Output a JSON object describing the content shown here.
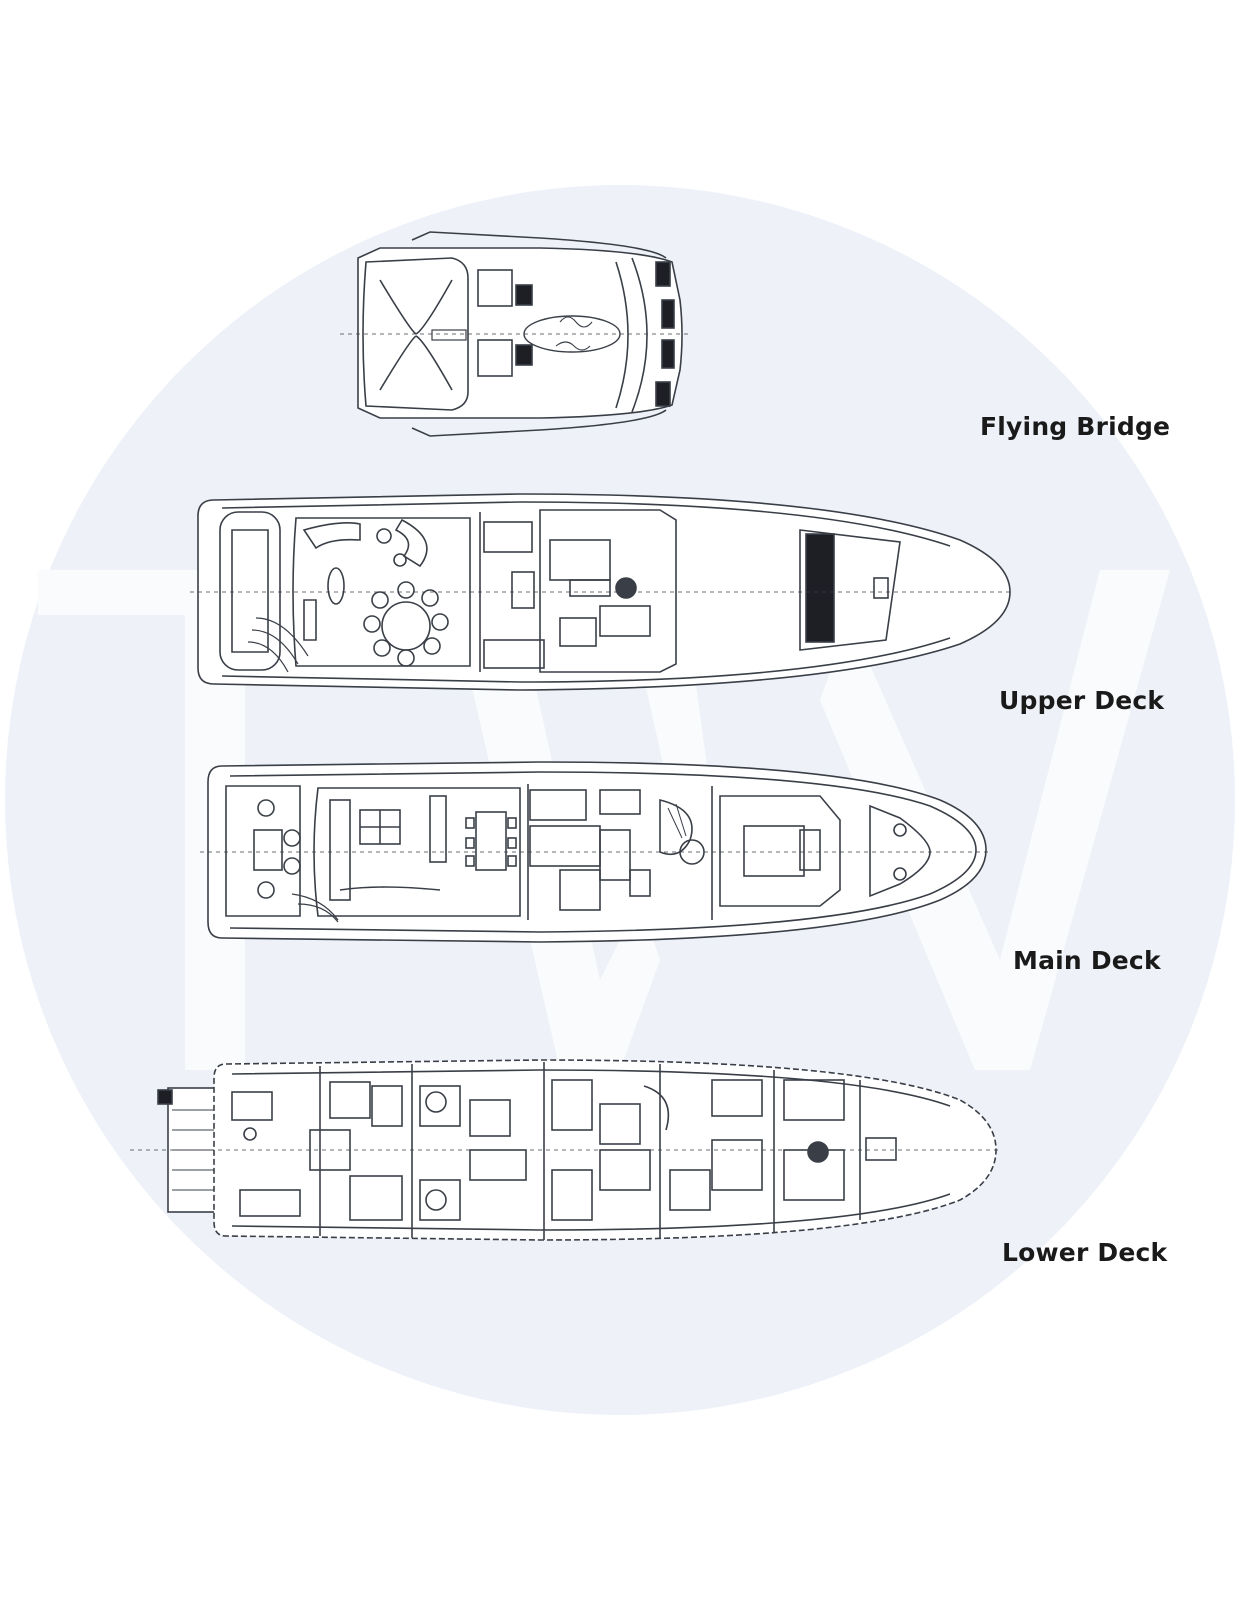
{
  "watermark": {
    "letters": "TW",
    "circle_color": "#eef2f8",
    "letter_color": "#fafbfd"
  },
  "decks": [
    {
      "id": "flying-bridge",
      "label": "Flying Bridge"
    },
    {
      "id": "upper-deck",
      "label": "Upper Deck"
    },
    {
      "id": "main-deck",
      "label": "Main Deck"
    },
    {
      "id": "lower-deck",
      "label": "Lower Deck"
    }
  ],
  "colors": {
    "line": "#3a3f47",
    "fill": "#ffffff",
    "dark": "#1d1f24",
    "label": "#1a1a1a"
  }
}
